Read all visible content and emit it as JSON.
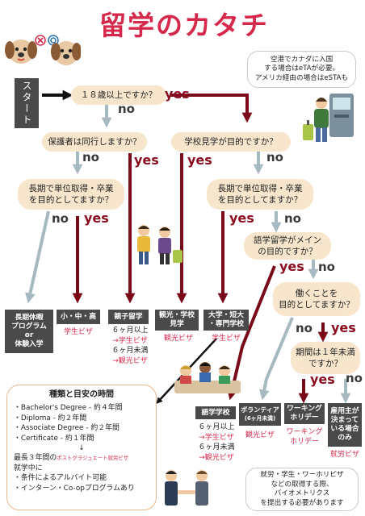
{
  "title": "留学のカタチ",
  "top_note": [
    "空港でカナダに入国",
    "する場合はeTAが必要。",
    "アメリカ経由の場合はeSTAも"
  ],
  "start_label": "スタート",
  "labels": {
    "yes": "yes",
    "no": "no"
  },
  "questions": {
    "q_age": "１８歳以上ですか？",
    "q_guardian": "保護者は同行しますか？",
    "q_tour": "学校見学が目的ですか？",
    "q_credit_left": [
      "長期で単位取得・卒業",
      "を目的としてますか？"
    ],
    "q_credit_right": [
      "長期で単位取得・卒業",
      "を目的としてますか？"
    ],
    "q_language": [
      "語学留学がメイン",
      "の目的ですか？"
    ],
    "q_work": [
      "働くことを",
      "目的としてますか？"
    ],
    "q_period": [
      "期間は１年未満",
      "ですか？"
    ]
  },
  "results": {
    "long_break": [
      "長期休暇",
      "プログラム",
      "or",
      "体験入学"
    ],
    "school": "小・中・高",
    "school_visa": "学生ビザ",
    "parent": "親子留学",
    "parent_line1": "６ヶ月以上",
    "parent_line2": "→学生ビザ",
    "parent_line3": "６ヶ月未満",
    "parent_line4": "→観光ビザ",
    "tour": [
      "観光・学校",
      "見学"
    ],
    "tour_visa": "観光ビザ",
    "univ": [
      "大学・短大",
      "・専門学校"
    ],
    "univ_visa": "学生ビザ",
    "lang": "語学学校",
    "lang_line1": "６ヶ月以上",
    "lang_line2": "→学生ビザ",
    "lang_line3": "６ヶ月未満",
    "lang_line4": "→観光ビザ",
    "volunteer": "ボランティア",
    "volunteer_sub": "(6ヶ月未満)",
    "volunteer_visa": "観光ビザ",
    "wh": [
      "ワーキング",
      "ホリデー"
    ],
    "wh_visa": [
      "ワーキング",
      "ホリデー"
    ],
    "employer": [
      "雇用主が",
      "決まって",
      "いる場合",
      "のみ"
    ],
    "employer_visa": "就労ビザ"
  },
  "info": {
    "heading": "種類と目安の時間",
    "items": [
      "・Bachelor's Degree - 約４年間",
      "・Diploma - 約２年間",
      "・Associate Degree - 約２年間",
      "・Certificate - 約１年間"
    ],
    "arrow": "↓",
    "pg_prefix": "最長３年間の",
    "pg_visa": "ポストグラジュエート就労ビザ",
    "during": "就学中に",
    "cond1": "・条件によるアルバイト可能",
    "cond2": "・インターン・Co-opプログラムあり"
  },
  "bottom_note": [
    "就労・学生・ワーホリビザ",
    "などの取得する際、",
    "バイオメトリクス",
    "を提出する必要があります"
  ],
  "colors": {
    "title": "#d6284b",
    "question_bg": "#f7e6cc",
    "yes_arrow": "#7a0a1a",
    "no_arrow": "#a6b8c0",
    "result_bg": "#4a4a4a",
    "visa_text": "#d6284b"
  }
}
